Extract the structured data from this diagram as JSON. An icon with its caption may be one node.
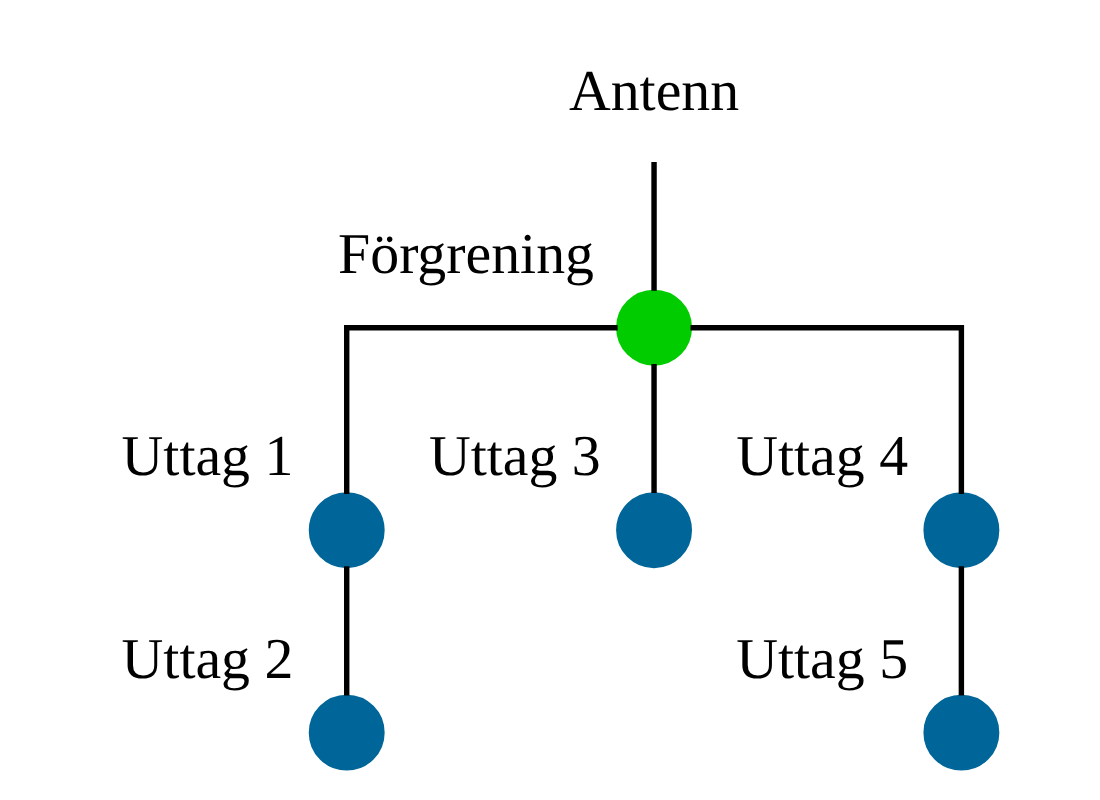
{
  "diagram": {
    "nodes": [
      {
        "text": [
          "Antenn"
        ]
      },
      {
        "text": [
          "Förgrening"
        ]
      },
      {
        "text": [
          "Uttag 1"
        ]
      },
      {
        "text": [
          "Uttag 2"
        ]
      },
      {
        "text": [
          "Uttag 3"
        ]
      },
      {
        "text": [
          "Uttag 4"
        ]
      },
      {
        "text": [
          "Uttag 5"
        ]
      }
    ],
    "edges": [
      {
        "from": 0,
        "to": 1,
        "arrow": "none"
      },
      {
        "from": 1,
        "to": 2,
        "arrow": "none"
      },
      {
        "from": 1,
        "to": 4,
        "arrow": "none"
      },
      {
        "from": 1,
        "to": 5,
        "arrow": "none"
      },
      {
        "from": 2,
        "to": 3,
        "arrow": "none"
      },
      {
        "from": 5,
        "to": 6,
        "arrow": "none"
      }
    ]
  }
}
